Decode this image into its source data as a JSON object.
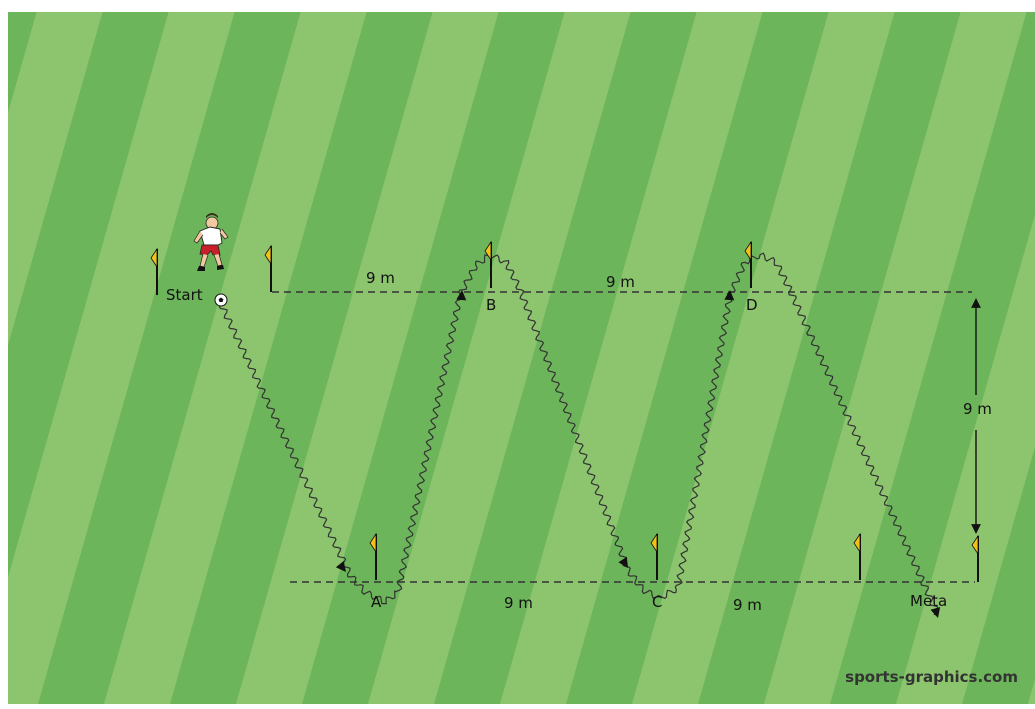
{
  "colors": {
    "grass_dark": "#6db55a",
    "grass_light": "#8cc56e",
    "flag": "#f2c218",
    "line": "#333333",
    "path": "#333333"
  },
  "labels": {
    "start": "Start",
    "finish": "Meta",
    "a": "A",
    "b": "B",
    "c": "C",
    "d": "D"
  },
  "distances": {
    "top_ab": "9 m",
    "top_bd": "9 m",
    "bottom_ac": "9 m",
    "bottom_cmeta": "9 m",
    "depth": "9 m"
  },
  "watermark": "sports-graphics.com",
  "icons": {
    "player": "soccer-player-icon",
    "ball": "soccer-ball-icon",
    "flag": "corner-flag-icon"
  }
}
